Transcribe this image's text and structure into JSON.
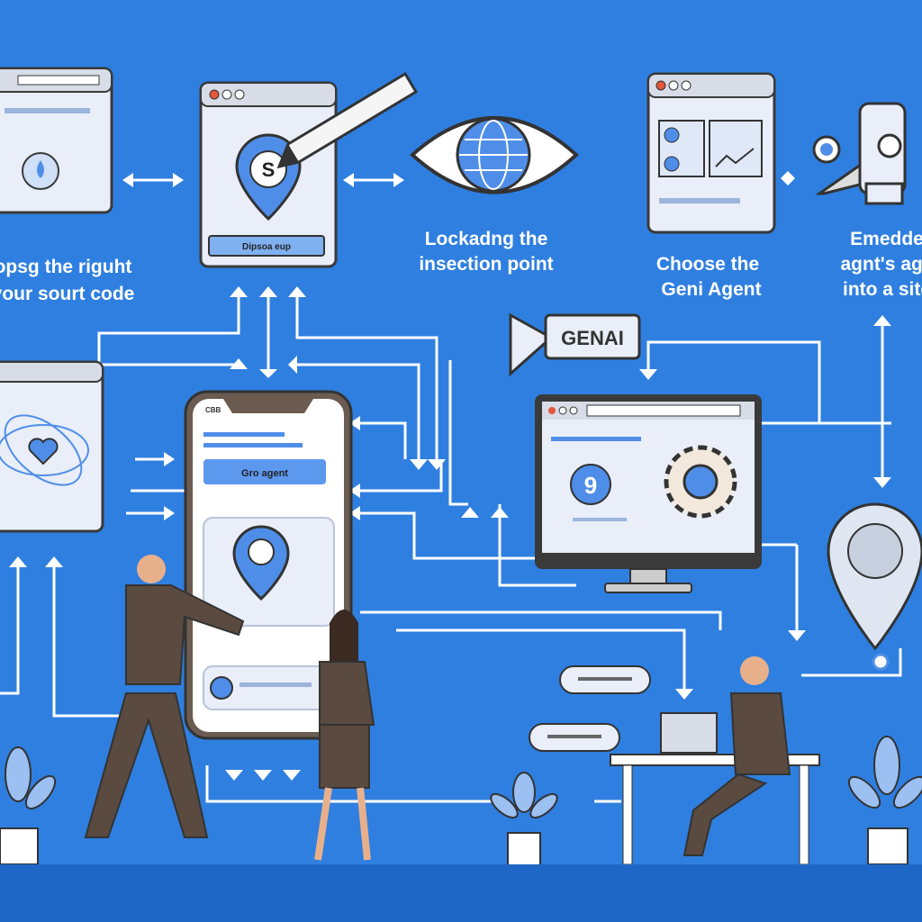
{
  "captions": {
    "step1": [
      "opsg the riguht",
      "your sourt code"
    ],
    "step2": [
      "Lockadng the",
      "insection point"
    ],
    "step3": [
      "Choose the",
      "Geni Agent"
    ],
    "step4": [
      "Emedde",
      "agnt's age",
      "into a site"
    ]
  },
  "window_button_label": "Dipsoa eup",
  "pin_letter": "S",
  "genai_label": "GENAI",
  "phone": {
    "button_label": "Gro agent",
    "status_left": "CBB"
  },
  "monitor_icon_digit": "9",
  "colors": {
    "background": "#2f7fe0",
    "accent": "#4f8ee8",
    "panel": "#e9eef8",
    "outline": "#3a3a3a"
  }
}
